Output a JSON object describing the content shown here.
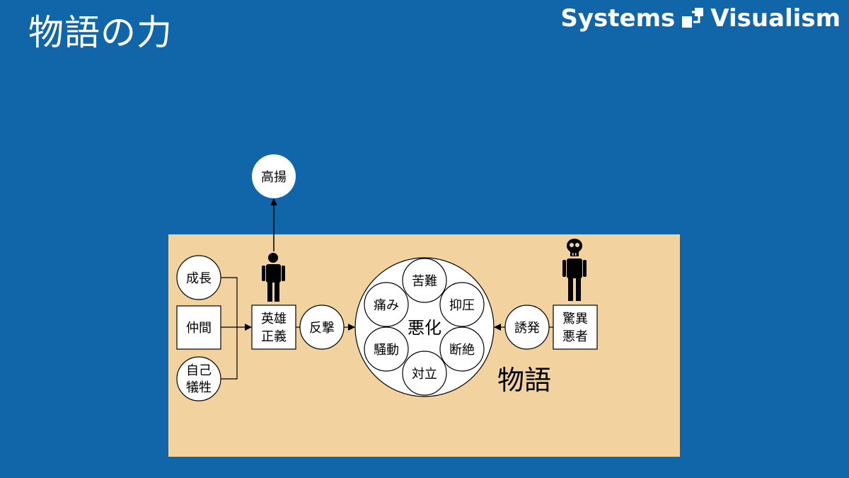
{
  "title": "物語の力",
  "brand": {
    "left": "Systems",
    "right": "Visualism",
    "logo_icon": "systems-visualism-logo-icon"
  },
  "colors": {
    "background": "#1066a8",
    "story_area": "#f2d29e",
    "node_fill": "#ffffff",
    "line": "#000000"
  },
  "diagram": {
    "uplift": "高揚",
    "growth": "成長",
    "companions": "仲間",
    "self_sacrifice": [
      "自己",
      "犠牲"
    ],
    "hero": [
      "英雄",
      "正義"
    ],
    "counterattack": "反撃",
    "deterioration": "悪化",
    "hardship": "苦難",
    "pain": "痛み",
    "oppression": "抑圧",
    "turmoil": "騒動",
    "severance": "断絶",
    "conflict": "対立",
    "provocation": "誘発",
    "villain": [
      "驚異",
      "悪者"
    ],
    "story_label": "物語",
    "hero_icon": "person-icon",
    "villain_icon": "skull-figure-icon"
  }
}
